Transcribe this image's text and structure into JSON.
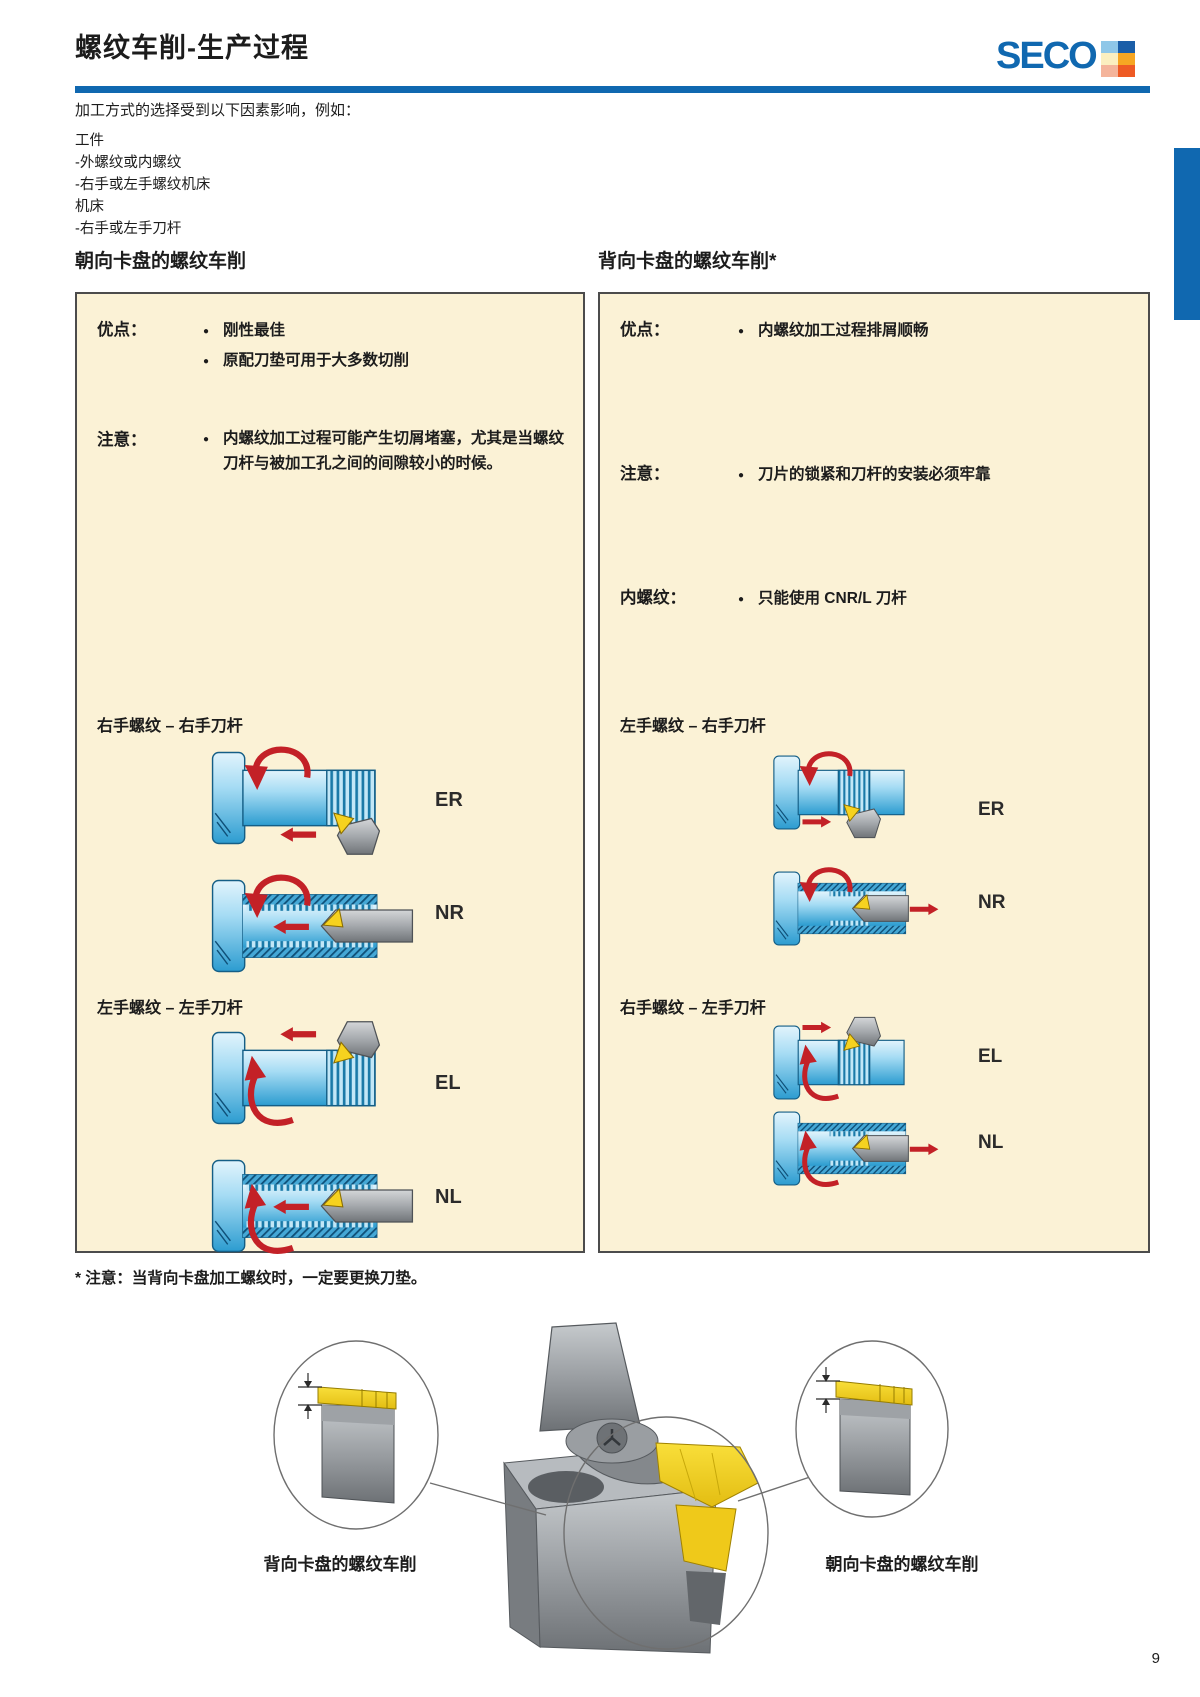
{
  "header": {
    "title": "螺纹车削-生产过程",
    "logo_text": "SECO",
    "logo_cells": [
      "#8FC7E8",
      "#1B5EA8",
      "#FBEFC0",
      "#F6A623",
      "#F4B49B",
      "#EE5A24"
    ]
  },
  "intro": {
    "lead": "加工方式的选择受到以下因素影响，例如：",
    "items": [
      "工件",
      "-外螺纹或内螺纹",
      "-右手或左手螺纹机床",
      "机床",
      "-右手或左手刀杆"
    ]
  },
  "facing_chuck": {
    "heading": "朝向卡盘的螺纹车削",
    "advantages_label": "优点：",
    "advantages": [
      "刚性最佳",
      "原配刀垫可用于大多数切削"
    ],
    "note_label": "注意：",
    "notes": [
      "内螺纹加工过程可能产生切屑堵塞，尤其是当螺纹刀杆与被加工孔之间的间隙较小的时候。"
    ],
    "sub1": "右手螺纹 – 右手刀杆",
    "sub2": "左手螺纹 – 左手刀杆",
    "labels": [
      "ER",
      "NR",
      "EL",
      "NL"
    ]
  },
  "away_chuck": {
    "heading": "背向卡盘的螺纹车削*",
    "advantages_label": "优点：",
    "advantages": [
      "内螺纹加工过程排屑顺畅"
    ],
    "note_label": "注意：",
    "notes": [
      "刀片的锁紧和刀杆的安装必须牢靠"
    ],
    "internal_label": "内螺纹：",
    "internal": [
      "只能使用 CNR/L 刀杆"
    ],
    "sub1": "左手螺纹 – 右手刀杆",
    "sub2": "右手螺纹 – 左手刀杆",
    "labels": [
      "ER",
      "NR",
      "EL",
      "NL"
    ]
  },
  "footnote": "* 注意：当背向卡盘加工螺纹时，一定要更换刀垫。",
  "bottom_figure": {
    "left_label": "背向卡盘的螺纹车削",
    "right_label": "朝向卡盘的螺纹车削"
  },
  "page_number": "9",
  "colors": {
    "brand_blue": "#1068B0",
    "panel_cream": "#FBF2D6",
    "arrow_red": "#C32127",
    "insert_yellow": "#F6D21F",
    "workpiece_blue": "#3FA9DC"
  }
}
